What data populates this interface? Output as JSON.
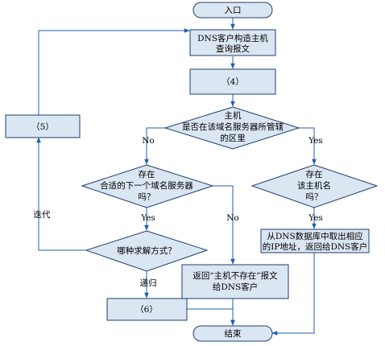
{
  "nodes": {
    "start": "入口",
    "dns_client_construct": [
      "DNS客户构造主机",
      "查询报文"
    ],
    "step4": "（4）",
    "decision_managed": [
      "主机",
      "是否在该域名服务器所管辖",
      "的区里"
    ],
    "decision_next_server": [
      "存在",
      "合适的下一个域名服务器",
      "吗？"
    ],
    "decision_exists": [
      "存在",
      "该主机名",
      "吗？"
    ],
    "fetch_ip": [
      "从DNS数据库中取出相应",
      "的IP地址，返回给DNS客户"
    ],
    "step5": "（5）",
    "decision_method": "哪种求解方式？",
    "return_not_exist": [
      "返回“主机不存在”报文",
      "给DNS客户"
    ],
    "step6": "（6）",
    "end": "结束"
  },
  "edge_labels": {
    "no_left": "No",
    "yes_right": "Yes",
    "yes_next_server": "Yes",
    "no_next_server": "No",
    "yes_exists": "Yes",
    "iterative": "迭代",
    "recursive": "递归"
  }
}
